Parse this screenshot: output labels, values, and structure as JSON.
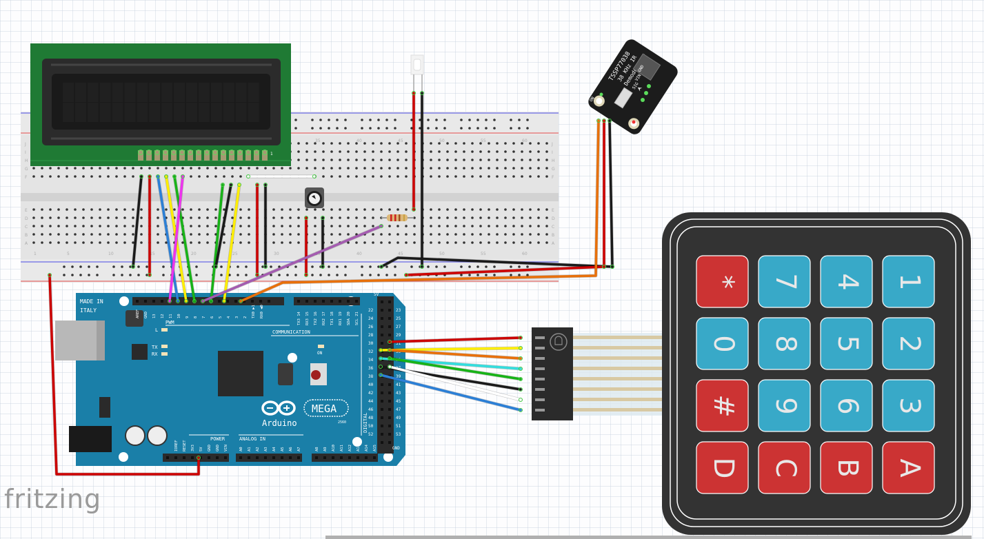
{
  "app": {
    "logo": "fritzing"
  },
  "colors": {
    "breadboard": "#e6e6e6",
    "lcd_pcb": "#1f7a34",
    "arduino": "#1a7fa8",
    "keypad_body": "#333333",
    "key_blue": "#38a9c8",
    "key_red": "#cc3333",
    "wire_red": "#cc0000",
    "wire_black": "#1a1a1a",
    "wire_blue": "#2b7fd6",
    "wire_yellow": "#ffee00",
    "wire_green": "#17b317",
    "wire_magenta": "#ee33ee",
    "wire_purple": "#a45bb0",
    "wire_orange": "#e8700a",
    "wire_cyan": "#33dddd",
    "wire_white": "#ffffff"
  },
  "breadboard": {
    "row_labels": [
      "J",
      "I",
      "H",
      "G",
      "F",
      "E",
      "D",
      "C",
      "B",
      "A"
    ],
    "column_numbers": [
      "1",
      "5",
      "10",
      "15",
      "20",
      "25",
      "30",
      "35",
      "40",
      "45",
      "50",
      "55",
      "60"
    ]
  },
  "lcd": {
    "name": "16x2 LCD",
    "pin_count": 16,
    "pin1_label": "1"
  },
  "ir_sensor": {
    "title_line1": "TSSP77038",
    "title_line2": "38 KHz IR",
    "title_line3": "Demodulator",
    "pin_labels": [
      "GND",
      "VIN",
      "SIG"
    ],
    "on_label": "ON",
    "sig_label": "Sig"
  },
  "arduino": {
    "made_in": "MADE IN",
    "italy": "ITALY",
    "brand": "Arduino",
    "model": "MEGA",
    "model_sub": "2560",
    "pwm_label": "PWM",
    "communication_label": "COMMUNICATION",
    "power_label": "POWER",
    "analog_label": "ANALOG IN",
    "digital_label": "DIGITAL",
    "on_led": "ON",
    "led_l": "L",
    "led_tx": "TX",
    "led_rx": "RX",
    "top_pins_pwm": [
      "AREF",
      "GND",
      "13",
      "12",
      "11",
      "10",
      "9",
      "8"
    ],
    "top_pins_pwm2": [
      "7",
      "6",
      "5",
      "4",
      "3",
      "2",
      "TX0 ▶1",
      "RX0 ◀0"
    ],
    "top_pins_comm": [
      "TX3 14",
      "RX3 15",
      "TX2 16",
      "RX2 17",
      "TX1 18",
      "RX1 19",
      "SDA 20",
      "SCL 21"
    ],
    "power_pins": [
      "IOREF",
      "RESET",
      "3V3",
      "5V",
      "GND",
      "GND",
      "VIN"
    ],
    "analog_pins_1": [
      "A0",
      "A1",
      "A2",
      "A3",
      "A4",
      "A5",
      "A6",
      "A7"
    ],
    "analog_pins_2": [
      "A8",
      "A9",
      "A10",
      "A11",
      "A12",
      "A13",
      "A14",
      "A15"
    ],
    "digital_left": [
      "22",
      "24",
      "26",
      "28",
      "30",
      "32",
      "34",
      "36",
      "38",
      "40",
      "42",
      "44",
      "46",
      "48",
      "50",
      "52"
    ],
    "digital_right": [
      "23",
      "25",
      "27",
      "29",
      "31",
      "33",
      "35",
      "37",
      "39",
      "41",
      "43",
      "45",
      "47",
      "49",
      "51",
      "53"
    ],
    "header_5v": "5V",
    "header_gnd": "GND"
  },
  "keypad": {
    "keys": [
      {
        "label": "*",
        "color": "red"
      },
      {
        "label": "7",
        "color": "blue"
      },
      {
        "label": "4",
        "color": "blue"
      },
      {
        "label": "1",
        "color": "blue"
      },
      {
        "label": "0",
        "color": "blue"
      },
      {
        "label": "8",
        "color": "blue"
      },
      {
        "label": "5",
        "color": "blue"
      },
      {
        "label": "2",
        "color": "blue"
      },
      {
        "label": "#",
        "color": "red"
      },
      {
        "label": "9",
        "color": "blue"
      },
      {
        "label": "6",
        "color": "blue"
      },
      {
        "label": "3",
        "color": "blue"
      },
      {
        "label": "D",
        "color": "red"
      },
      {
        "label": "C",
        "color": "red"
      },
      {
        "label": "B",
        "color": "red"
      },
      {
        "label": "A",
        "color": "red"
      }
    ],
    "connector_pins": 8
  }
}
